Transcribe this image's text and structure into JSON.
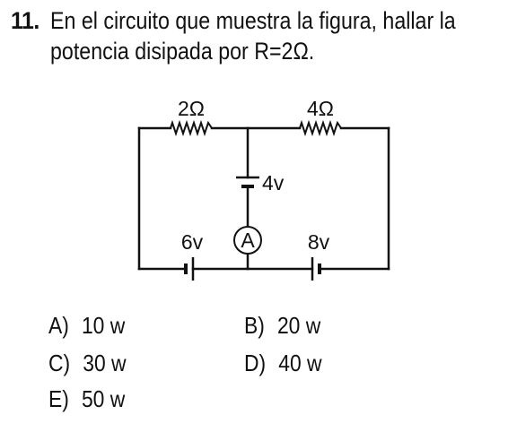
{
  "question": {
    "number": "11.",
    "line1": "En el circuito que muestra la figura, hallar la",
    "line2": "potencia disipada por R=2Ω."
  },
  "circuit": {
    "resistor_left_label": "2Ω",
    "resistor_right_label": "4Ω",
    "battery_center_label": "4v",
    "battery_left_label": "6v",
    "battery_right_label": "8v",
    "ammeter_label": "A"
  },
  "options": [
    {
      "letter": "A)",
      "value": "10 w"
    },
    {
      "letter": "B)",
      "value": "20 w"
    },
    {
      "letter": "C)",
      "value": "30 w"
    },
    {
      "letter": "D)",
      "value": "40 w"
    },
    {
      "letter": "E)",
      "value": "50 w"
    }
  ]
}
